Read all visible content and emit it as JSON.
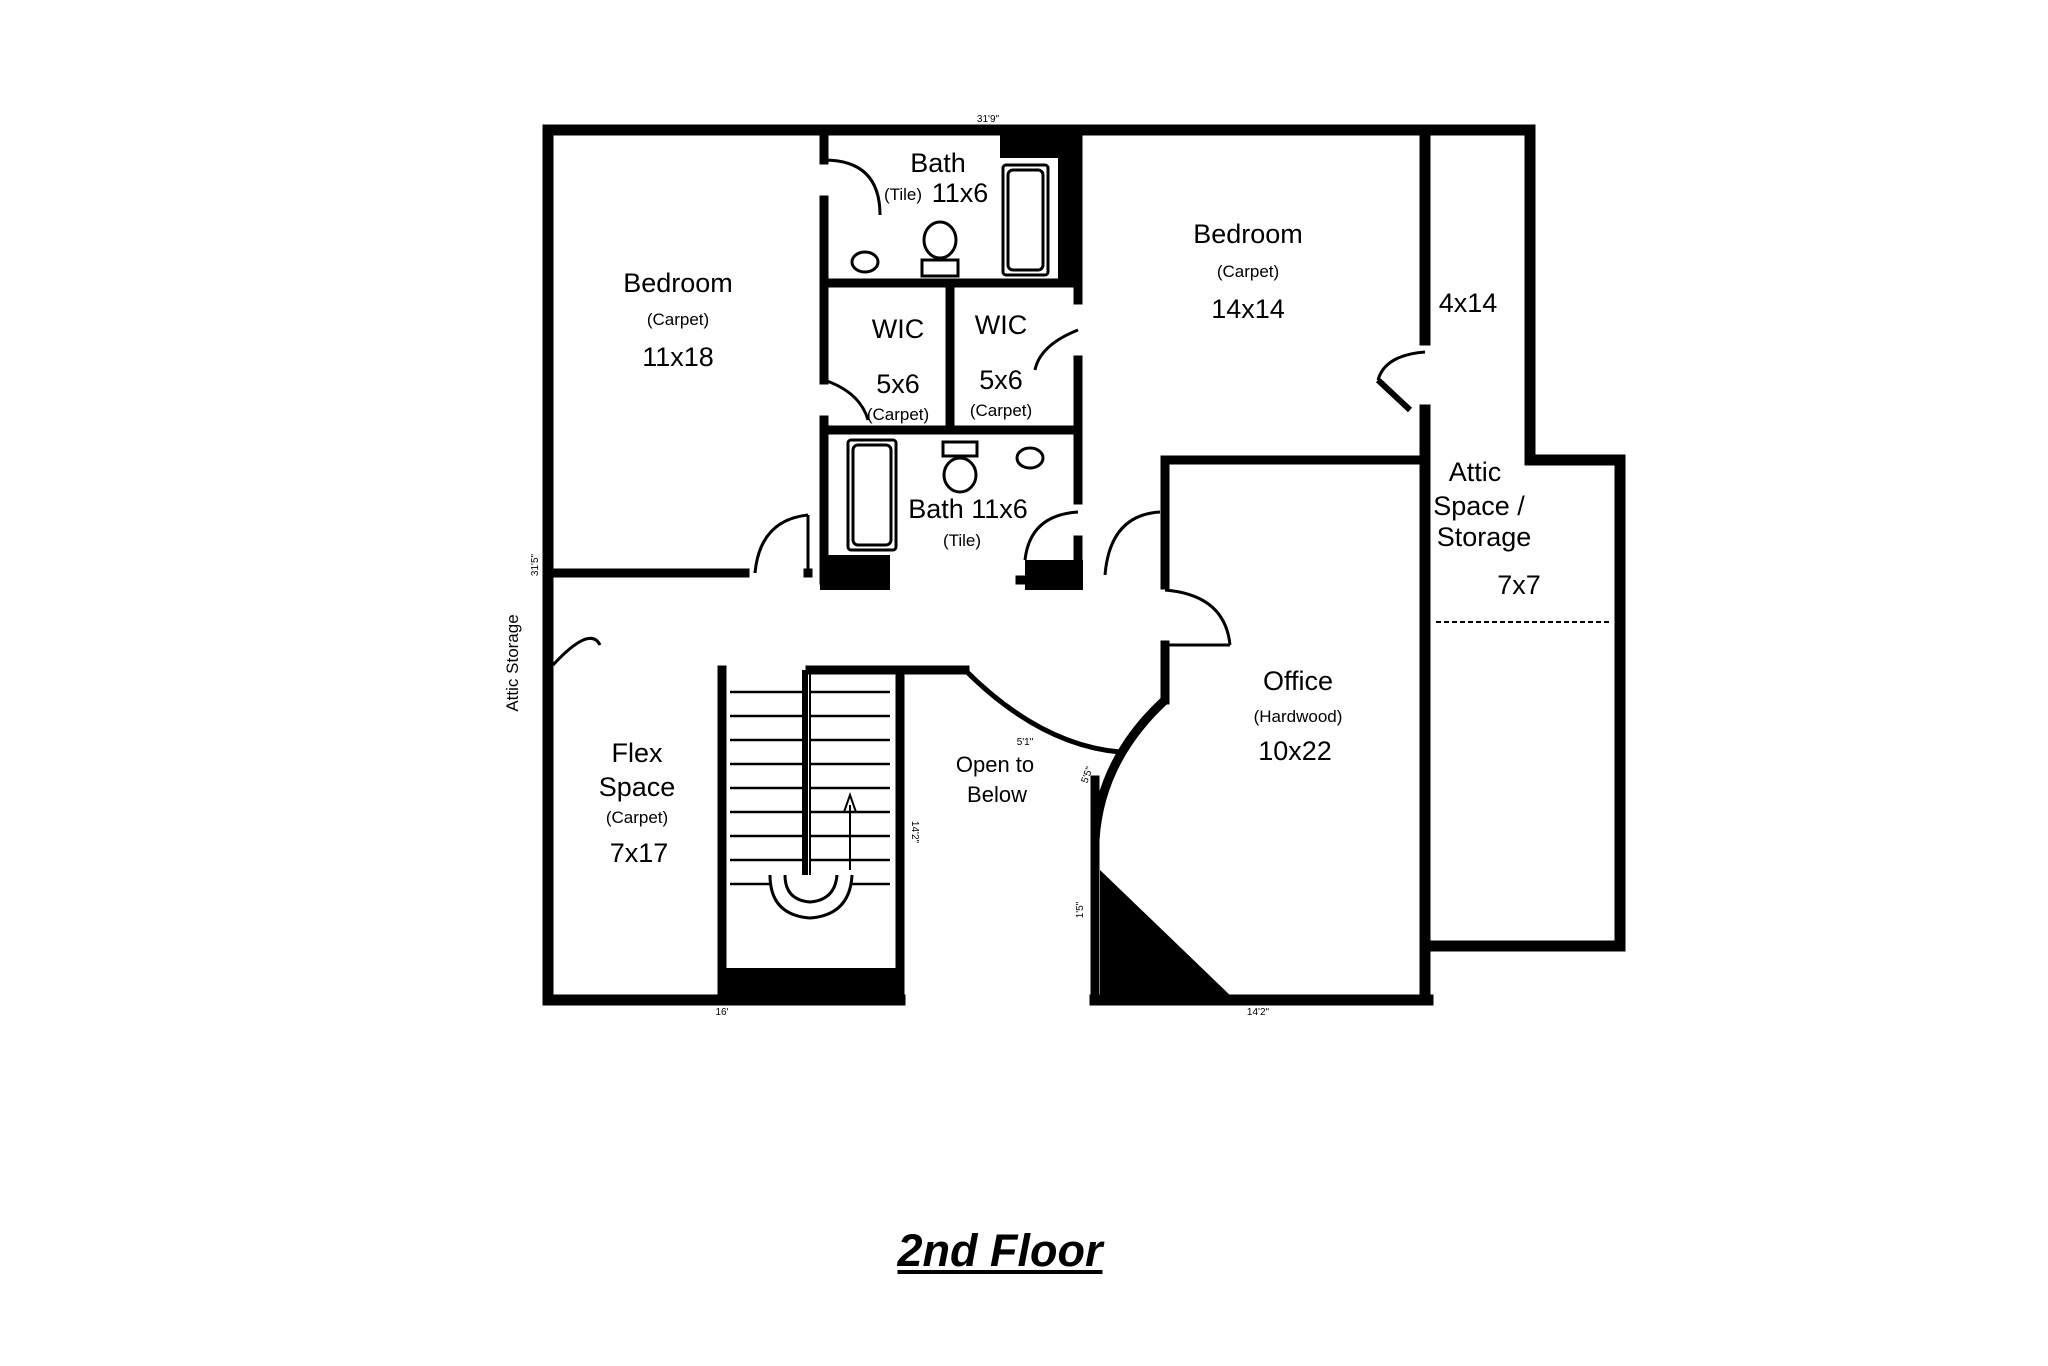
{
  "title": "2nd Floor",
  "rooms": {
    "bedroom_left": {
      "name": "Bedroom",
      "floor": "(Carpet)",
      "size": "11x18"
    },
    "bath_top": {
      "name": "Bath",
      "floor": "(Tile)",
      "size": "11x6"
    },
    "bedroom_right": {
      "name": "Bedroom",
      "floor": "(Carpet)",
      "size": "14x14"
    },
    "wic_left": {
      "name": "WIC",
      "size": "5x6",
      "floor": "(Carpet)"
    },
    "wic_right": {
      "name": "WIC",
      "size": "5x6",
      "floor": "(Carpet)"
    },
    "bath_bottom": {
      "name": "Bath 11x6",
      "floor": "(Tile)"
    },
    "space_4x14": {
      "size": "4x14"
    },
    "attic": {
      "line1": "Attic",
      "line2": "Space /",
      "line3": "Storage",
      "size": "7x7"
    },
    "office": {
      "name": "Office",
      "floor": "(Hardwood)",
      "size": "10x22"
    },
    "flex": {
      "line1": "Flex",
      "line2": "Space",
      "floor": "(Carpet)",
      "size": "7x17"
    },
    "open": {
      "line1": "Open to",
      "line2": "Below"
    },
    "attic_storage": {
      "label": "Attic Storage"
    }
  },
  "dimensions": {
    "top": "31'9\"",
    "left": "31'5\"",
    "bottom_left": "16'",
    "bottom_right": "14'2\"",
    "stair": "14'2\"",
    "curve_a": "5'1\"",
    "curve_b": "5'5\"",
    "office_low": "1'5\""
  },
  "colors": {
    "wall": "#000000",
    "background": "#ffffff"
  }
}
